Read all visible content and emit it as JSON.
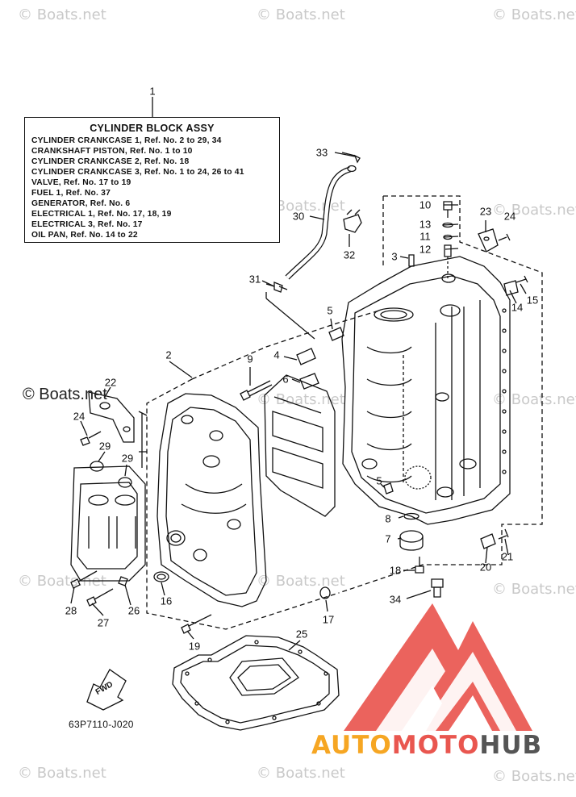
{
  "watermark": "© Boats.net",
  "legend": {
    "callout": "1",
    "title": "CYLINDER BLOCK ASSY",
    "lines": [
      "CYLINDER CRANKCASE 1,  Ref. No. 2 to 29, 34",
      "CRANKSHAFT PISTON,  Ref. No. 1 to 10",
      "CYLINDER CRANKCASE 2,  Ref. No. 18",
      "CYLINDER CRANKCASE 3,  Ref. No. 1 to 24, 26 to 41",
      "VALVE,  Ref. No. 17 to 19",
      "FUEL 1,  Ref. No. 37",
      "GENERATOR,  Ref. No. 6",
      "ELECTRICAL 1,  Ref. No. 17, 18, 19",
      "ELECTRICAL 3,  Ref. No. 17",
      "OIL PAN,  Ref. No. 14 to 22"
    ]
  },
  "callouts": [
    "33",
    "30",
    "32",
    "10",
    "13",
    "11",
    "12",
    "23",
    "24",
    "3",
    "31",
    "14",
    "15",
    "5",
    "2",
    "9",
    "4",
    "6",
    "22",
    "24",
    "29",
    "29",
    "5",
    "8",
    "7",
    "21",
    "20",
    "18",
    "34",
    "16",
    "28",
    "27",
    "26",
    "17",
    "19",
    "25"
  ],
  "fwd_label": "FWD",
  "part_number": "63P7110-J020",
  "boats_net_left": "© Boats.net",
  "logo": {
    "part1": "AUTO",
    "part2": "MOTO",
    "part3": "HUB",
    "colors": {
      "orange": "#f6a623",
      "red": "#e9564f",
      "gray": "#555555"
    }
  }
}
